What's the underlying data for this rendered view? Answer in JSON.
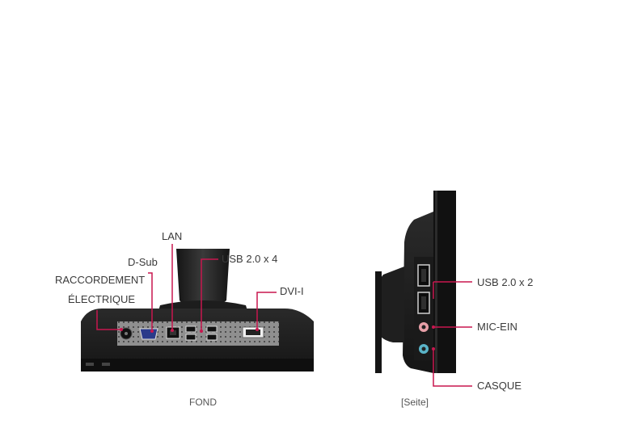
{
  "colors": {
    "accent": "#c8174f",
    "label_text": "#3a3a3a",
    "monitor_body": "#1c1c1c",
    "port_panel": "#9a9a9a"
  },
  "rear_view": {
    "labels": {
      "lan": "LAN",
      "dsub": "D-Sub",
      "usb": "USB 2.0 x 4",
      "power_line1": "RACCORDEMENT",
      "power_line2": "ÉLECTRIQUE",
      "dvi": "DVI-I"
    },
    "caption": "FOND"
  },
  "side_view": {
    "labels": {
      "usb": "USB 2.0 x 2",
      "mic": "MIC-EIN",
      "headphone": "CASQUE"
    },
    "caption": "[Seite]"
  }
}
